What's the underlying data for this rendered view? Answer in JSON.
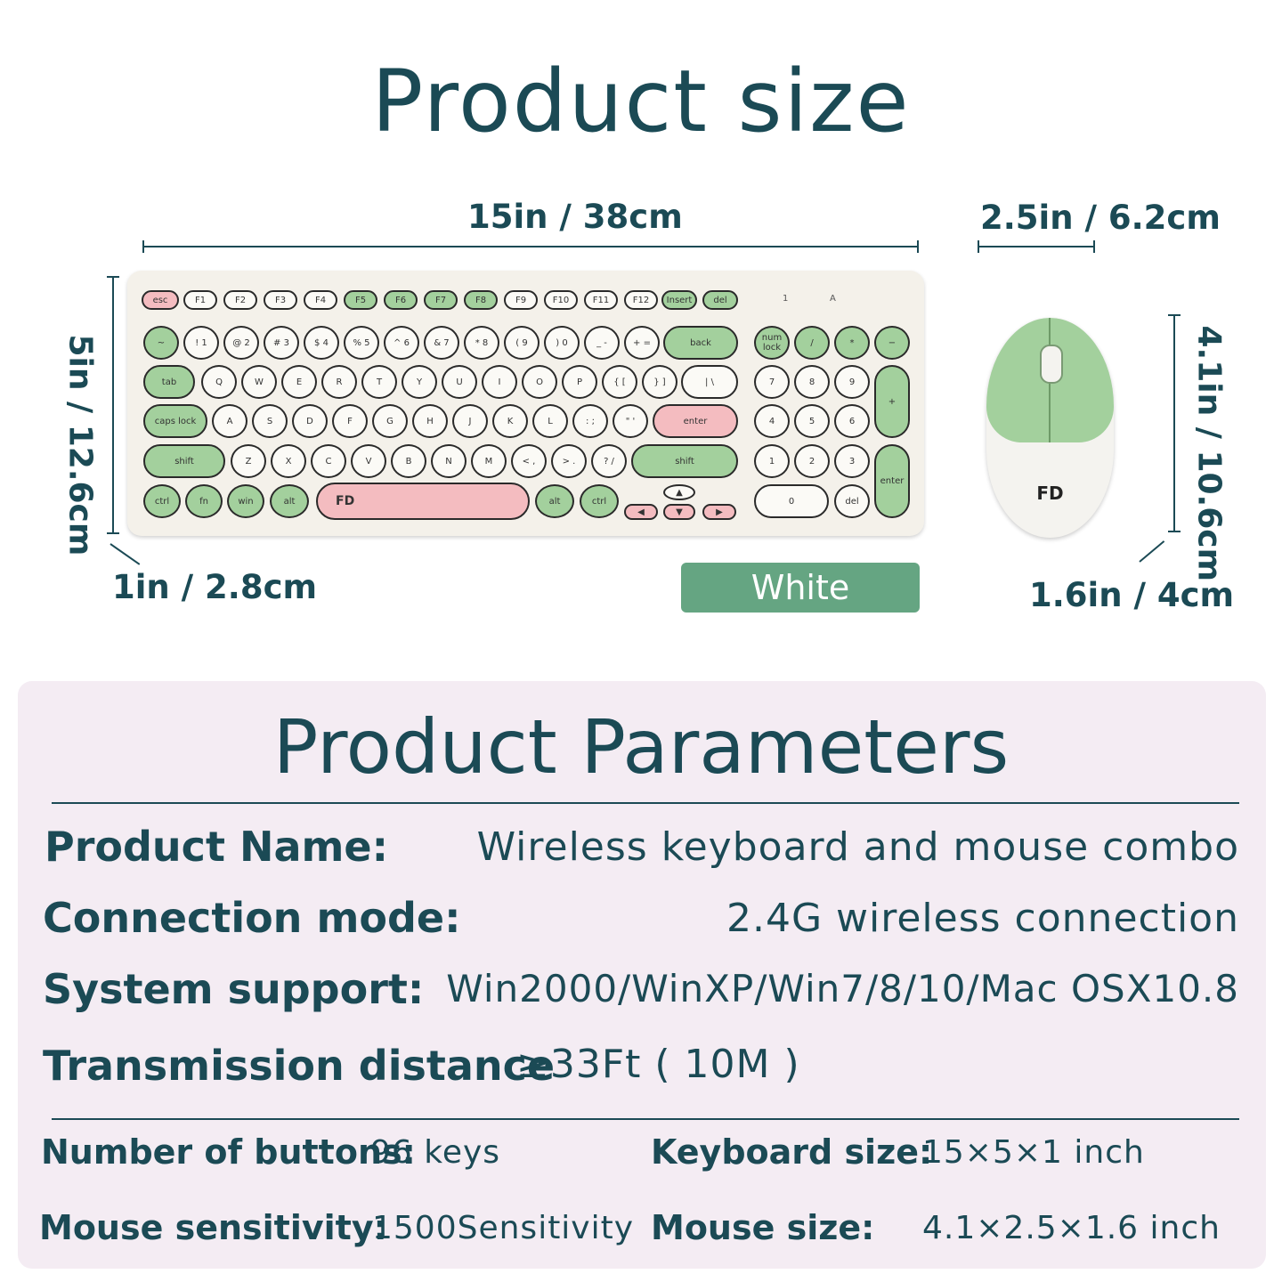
{
  "title": "Product size",
  "dimensions": {
    "keyboard_width": "15in / 38cm",
    "keyboard_depth": "5in / 12.6cm",
    "keyboard_height": "1in / 2.8cm",
    "mouse_width": "2.5in / 6.2cm",
    "mouse_length": "4.1in / 10.6cm",
    "mouse_height": "1.6in / 4cm"
  },
  "color_badge": {
    "label": "White",
    "color": "#65a582"
  },
  "keyboard": {
    "brand_mark": "FD",
    "indicators": [
      "1",
      "A"
    ],
    "colors": {
      "body": "#f4f1ea",
      "green": "#a3d09d",
      "pink": "#f4bcc0",
      "white": "#fbfaf6"
    }
  },
  "mouse": {
    "brand_mark": "FD"
  },
  "parameters": {
    "title": "Product Parameters",
    "rows": [
      {
        "label": "Product Name:",
        "value": "Wireless keyboard and mouse combo"
      },
      {
        "label": "Connection mode:",
        "value": "2.4G wireless connection"
      },
      {
        "label": "System support:",
        "value": "Win2000/WinXP/Win7/8/10/Mac OSX10.8"
      },
      {
        "label": "Transmission distance",
        "value": "≥33Ft ( 10M )"
      }
    ],
    "specs": [
      {
        "label": "Number of buttons:",
        "value": "96 keys"
      },
      {
        "label": "Keyboard size:",
        "value": "15×5×1 inch"
      },
      {
        "label": "Mouse sensitivity:",
        "value": "1500Sensitivity"
      },
      {
        "label": "Mouse size:",
        "value": "4.1×2.5×1.6 inch"
      }
    ]
  }
}
